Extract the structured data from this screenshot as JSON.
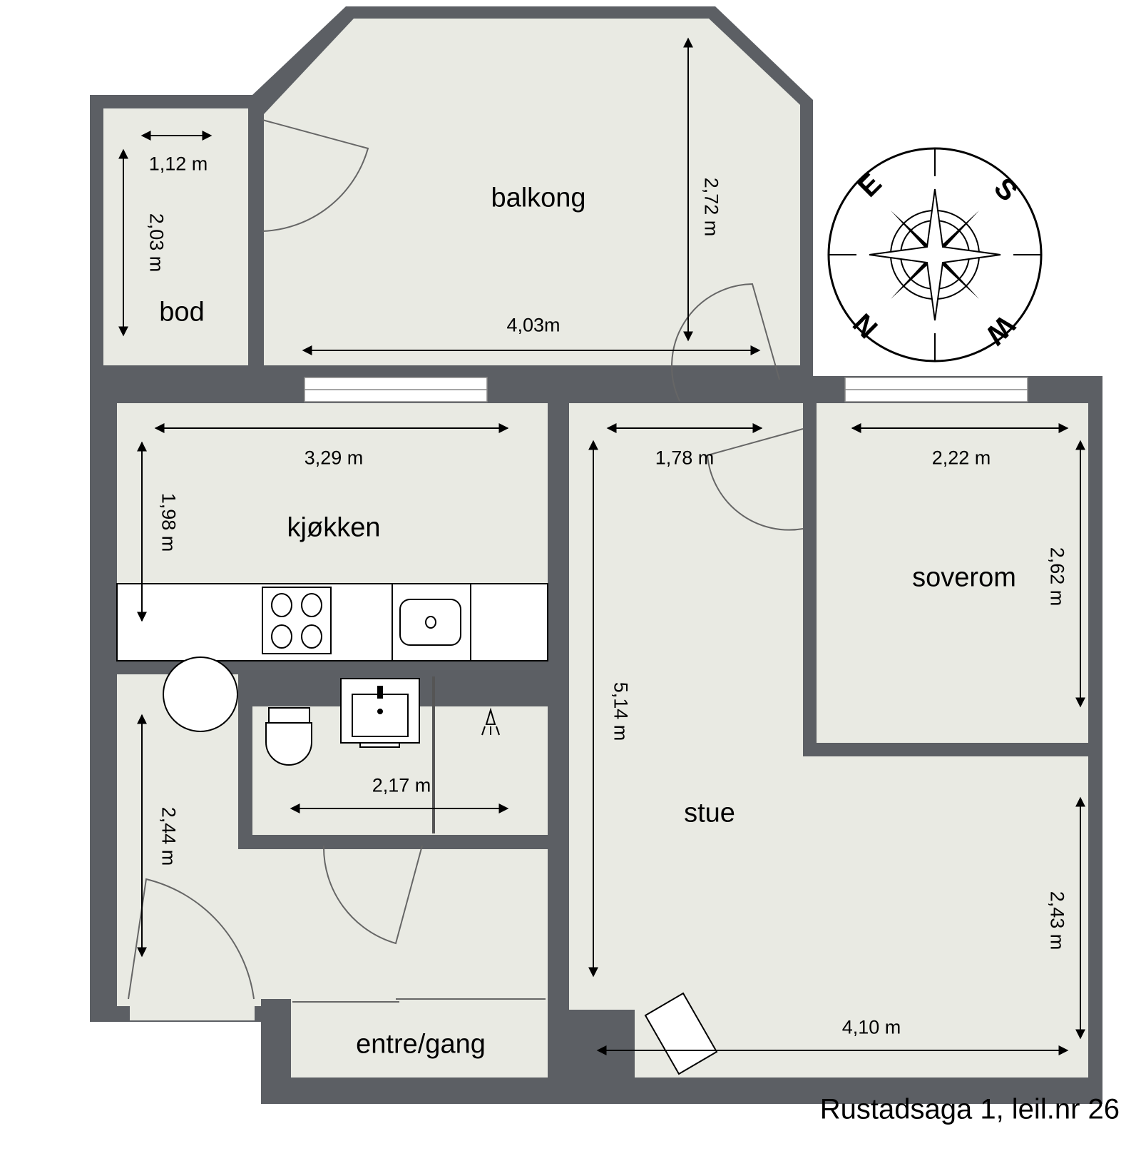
{
  "colors": {
    "wall": "#5c5f64",
    "floor": "#e9eae3",
    "fixture": "#ffffff",
    "line": "#000000",
    "door_line": "#666666"
  },
  "address": "Rustadsaga 1, leil.nr 26",
  "rooms": [
    {
      "id": "balkong",
      "label": "balkong"
    },
    {
      "id": "bod",
      "label": "bod"
    },
    {
      "id": "kjokken",
      "label": "kjøkken"
    },
    {
      "id": "soverom",
      "label": "soverom"
    },
    {
      "id": "stue",
      "label": "stue"
    },
    {
      "id": "entre",
      "label": "entre/gang"
    }
  ],
  "dimensions": {
    "bod_width": "1,12 m",
    "bod_height": "2,03 m",
    "balkong_height": "2,72 m",
    "balkong_width": "4,03m",
    "kjokken_width": "3,29 m",
    "kjokken_height": "1,98 m",
    "hall_width": "1,78 m",
    "soverom_width": "2,22 m",
    "soverom_height": "2,62 m",
    "stue_height": "5,14 m",
    "bad_width": "2,17 m",
    "entre_height": "2,44 m",
    "stue_lower_height": "2,43 m",
    "stue_width": "4,10 m"
  },
  "compass": {
    "letters": [
      "E",
      "S",
      "W",
      "N"
    ],
    "icon": "compass-rose-icon"
  },
  "fixtures": [
    "stove-icon",
    "kitchen-sink-icon",
    "toilet-icon",
    "bathroom-sink-icon",
    "shower-icon",
    "water-heater-icon",
    "chair-icon"
  ]
}
